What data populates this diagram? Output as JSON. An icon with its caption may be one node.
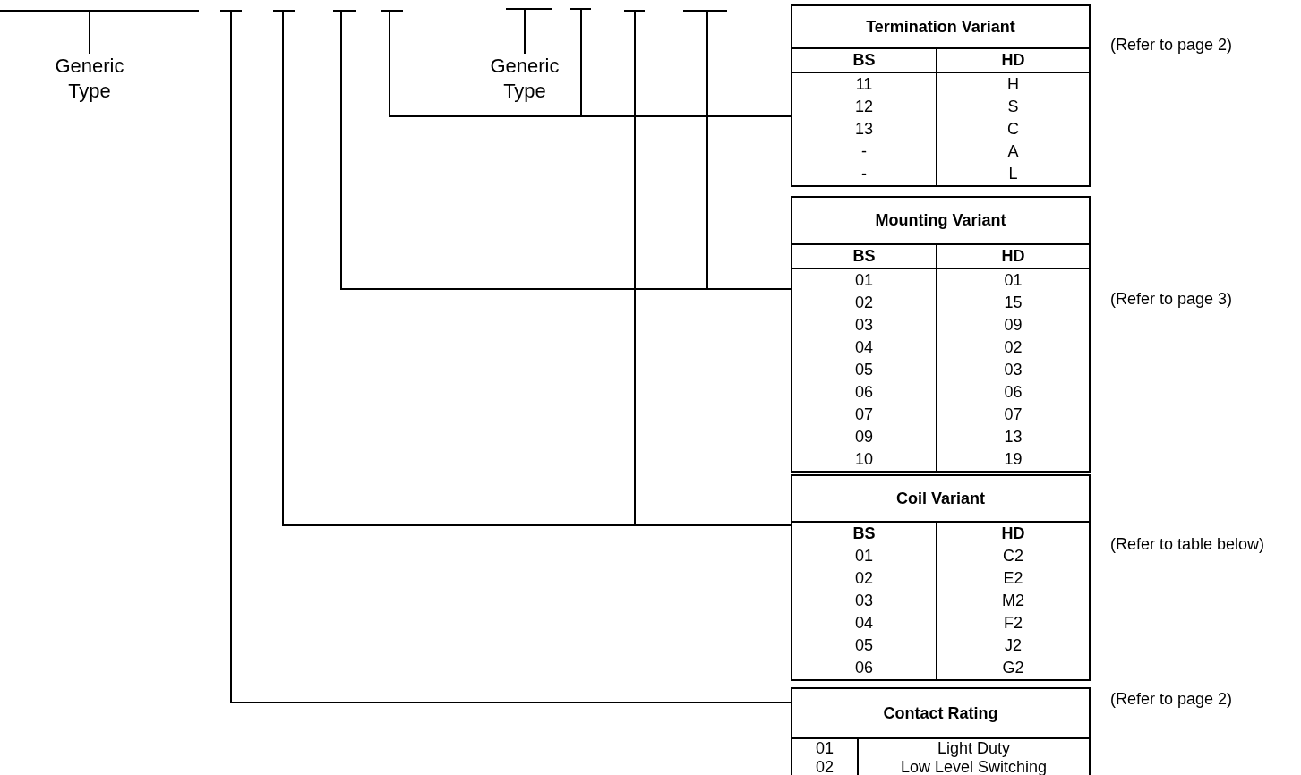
{
  "diagram": {
    "nodes": [
      {
        "text": [],
        "shape": "bar"
      },
      {
        "text": [],
        "shape": "bar"
      },
      {
        "text": [],
        "shape": "bar"
      },
      {
        "text": [],
        "shape": "bar"
      },
      {
        "text": [],
        "shape": "bar"
      },
      {
        "text": [],
        "shape": "bar"
      },
      {
        "text": [],
        "shape": "bar"
      },
      {
        "text": [],
        "shape": "bar"
      },
      {
        "text": [],
        "shape": "bar"
      },
      {
        "text": [
          "Generic Type"
        ]
      },
      {
        "text": [
          "Generic Type"
        ]
      },
      {
        "text": [
          "Termination Variant",
          "BS",
          "HD",
          "11",
          "H",
          "12",
          "S",
          "13",
          "C",
          "-",
          "A",
          "-",
          "L"
        ],
        "beside": [
          "(Refer to page 2)"
        ]
      },
      {
        "text": [
          "Mounting Variant",
          "BS",
          "HD",
          "01",
          "01",
          "02",
          "15",
          "03",
          "09",
          "04",
          "02",
          "05",
          "03",
          "06",
          "06",
          "07",
          "07",
          "09",
          "13",
          "10",
          "19"
        ],
        "beside": [
          "(Refer to page 3)"
        ]
      },
      {
        "text": [
          "Coil Variant",
          "BS",
          "HD",
          "01",
          "C2",
          "02",
          "E2",
          "03",
          "M2",
          "04",
          "F2",
          "05",
          "J2",
          "06",
          "G2"
        ],
        "beside": [
          "(Refer to table below)"
        ]
      },
      {
        "text": [
          "Contact Rating",
          "01",
          "Light Duty",
          "02",
          "Low Level Switching"
        ],
        "beside": [
          "(Refer to page 2)"
        ]
      }
    ],
    "edges": [
      {
        "from": 0,
        "to": 9,
        "arrow": "none"
      },
      {
        "from": 5,
        "to": 10,
        "arrow": "none"
      },
      {
        "from": 4,
        "to": 11,
        "arrow": "none"
      },
      {
        "from": 6,
        "to": 11,
        "arrow": "none"
      },
      {
        "from": 3,
        "to": 12,
        "arrow": "none"
      },
      {
        "from": 8,
        "to": 12,
        "arrow": "none"
      },
      {
        "from": 2,
        "to": 13,
        "arrow": "none"
      },
      {
        "from": 7,
        "to": 13,
        "arrow": "none"
      },
      {
        "from": 1,
        "to": 14,
        "arrow": "none"
      }
    ]
  }
}
